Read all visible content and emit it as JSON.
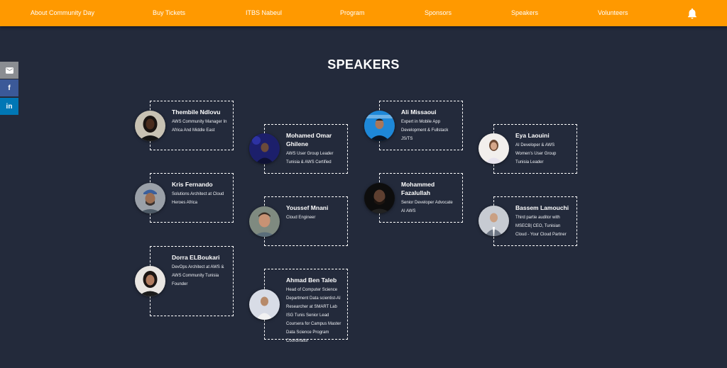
{
  "nav": {
    "items": [
      {
        "label": "About Community Day",
        "name": "nav-about-community-day"
      },
      {
        "label": "Buy Tickets",
        "name": "nav-buy-tickets"
      },
      {
        "label": "ITBS Nabeul",
        "name": "nav-itbs-nabeul"
      },
      {
        "label": "Program",
        "name": "nav-program"
      },
      {
        "label": "Sponsors",
        "name": "nav-sponsors"
      },
      {
        "label": "Speakers",
        "name": "nav-speakers"
      },
      {
        "label": "Volunteers",
        "name": "nav-volunteers"
      }
    ],
    "bell_icon": "bell-icon"
  },
  "share": {
    "items": [
      {
        "name": "email-share-button",
        "icon": "envelope-icon",
        "color": "#8a8d92"
      },
      {
        "name": "facebook-share-button",
        "icon": "facebook-icon",
        "color": "#3b5998",
        "glyph": "f"
      },
      {
        "name": "linkedin-share-button",
        "icon": "linkedin-icon",
        "color": "#0077b5",
        "glyph": "in"
      }
    ]
  },
  "page": {
    "title": "SPEAKERS"
  },
  "colors": {
    "nav_bg": "#ff9900",
    "page_bg": "#232a3b",
    "card_border": "#ffffff"
  },
  "speakers": [
    {
      "name": "Thembile Ndlovu",
      "role": "AWS Community Manager In Africa And Middle East"
    },
    {
      "name": "Kris Fernando",
      "role": "Solutions Architect at Cloud Heroes Africa"
    },
    {
      "name": "Dorra ELBoukari",
      "role": "DevOps Architect at AWS & AWS Community Tunisia Founder"
    },
    {
      "name": "Mohamed Omar Ghilene",
      "role": "AWS User Group Leader Tunisia & AWS Certified"
    },
    {
      "name": "Youssef Mnani",
      "role": "Cloud Engineer"
    },
    {
      "name": "Ahmad Ben Taleb",
      "role": "Head of Computer Science Department Data scientist-AI Researcher at SMART Lab ISG Tunis Senior Lead Coursera for Campus Master Data Science Program Coordinator"
    },
    {
      "name": "Ali Missaoui",
      "role": "Expert in Mobile App Development & Fullstack JS/TS"
    },
    {
      "name": "Mohammed Fazalullah",
      "role": "Senior Developer Advocate AI AWS"
    },
    {
      "name": "Eya Laouini",
      "role": "AI Developer & AWS Women's User Group Tunisia Leader"
    },
    {
      "name": "Bassem Lamouchi",
      "role": "Third partie auditor with MSECB| CEO, Tunisian Cloud - Your Cloud Partner"
    }
  ]
}
